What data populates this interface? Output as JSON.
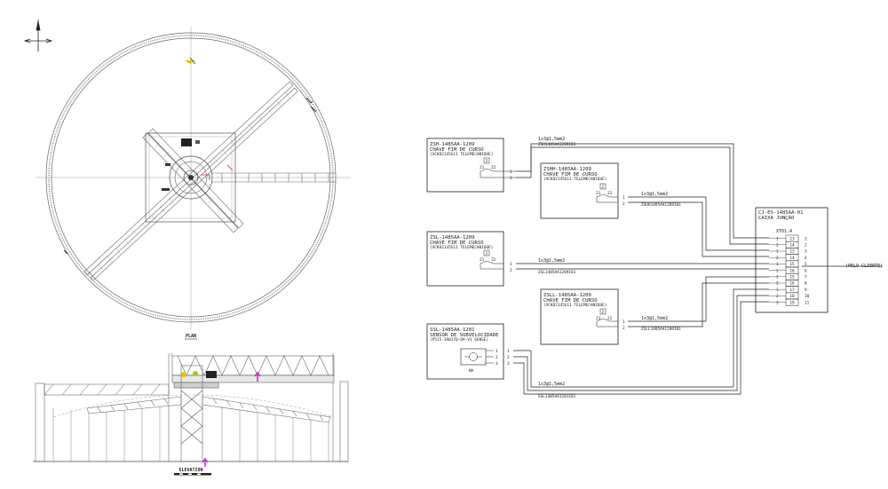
{
  "drawing": {
    "plan_label": "PLAN",
    "elevation_label": "ELEVATION"
  },
  "wiring": {
    "devices": [
      {
        "id": "zsh",
        "tag": "ZSH-1485AA-1209",
        "desc": "CHAVE FIM DE CURSO",
        "model": "(XCKD2145G11 TELEMECANIQUE)",
        "sw_num": "2",
        "pin_a": "21",
        "pin_b": "22",
        "term_1": "1",
        "term_2": "2"
      },
      {
        "id": "zshh",
        "tag": "ZSHH-1485AA-1209",
        "desc": "CHAVE FIM DE CURSO",
        "model": "(XCKD2145G11 TELEMECANIQUE)",
        "sw_num": "2",
        "pin_a": "21",
        "pin_b": "22",
        "term_1": "1",
        "term_2": "2"
      },
      {
        "id": "zsl",
        "tag": "ZSL-1485AA-1209",
        "desc": "CHAVE FIM DE CURSO",
        "model": "(XCKD2145G11 TELEMECANIQUE)",
        "sw_num": "2",
        "pin_a": "21",
        "pin_b": "22",
        "term_1": "1",
        "term_2": "2"
      },
      {
        "id": "zsll",
        "tag": "ZSLL-1485AA-1209",
        "desc": "CHAVE FIM DE CURSO",
        "model": "(XCKD2145G11 TELEMECANIQUE)",
        "sw_num": "2",
        "pin_a": "21",
        "pin_b": "22",
        "term_1": "1",
        "term_2": "2"
      },
      {
        "id": "ssl",
        "tag": "SSL-1485AA-1201",
        "desc": "SENSOR DE SUBVELOCIDADE",
        "model": "(P515-390170-UA-V1 SENSE)",
        "sw_label": "NA",
        "term_1": "1",
        "term_2": "2",
        "term_3": "3"
      }
    ],
    "cables": [
      {
        "spec": "1x3@1,5mm2",
        "id": "ZSH1485AA1209I01"
      },
      {
        "spec": "1x3@1,5mm2",
        "id": "ZSHH1485AA1209I01"
      },
      {
        "spec": "1x3@1,5mm2",
        "id": "ZSL1485AA1209I01"
      },
      {
        "spec": "1x3@1,5mm2",
        "id": "ZSLL1485AA1209I01"
      },
      {
        "spec": "1x3@1,5mm2",
        "id": "SSL1485AA1201I01"
      }
    ],
    "junction_box": {
      "tag": "CJ-ES-1485AA-01",
      "desc": "CAIXA JUNÇÃO",
      "strip": "XT01.4",
      "rows": [
        {
          "left": "1",
          "mid": "13",
          "right": "1"
        },
        {
          "left": "2",
          "mid": "14",
          "right": "2"
        },
        {
          "left": "1",
          "mid": "13",
          "right": "3"
        },
        {
          "left": "2",
          "mid": "14",
          "right": "4"
        },
        {
          "left": "1",
          "mid": "15",
          "right": "5"
        },
        {
          "left": "2",
          "mid": "16",
          "right": "6"
        },
        {
          "left": "1",
          "mid": "15",
          "right": "7"
        },
        {
          "left": "2",
          "mid": "16",
          "right": "8"
        },
        {
          "left": "1",
          "mid": "17",
          "right": "9"
        },
        {
          "left": "2",
          "mid": "18",
          "right": "10"
        },
        {
          "left": "3",
          "mid": "19",
          "right": "11"
        }
      ]
    },
    "client_label": "(PELO CLIENTE)"
  }
}
